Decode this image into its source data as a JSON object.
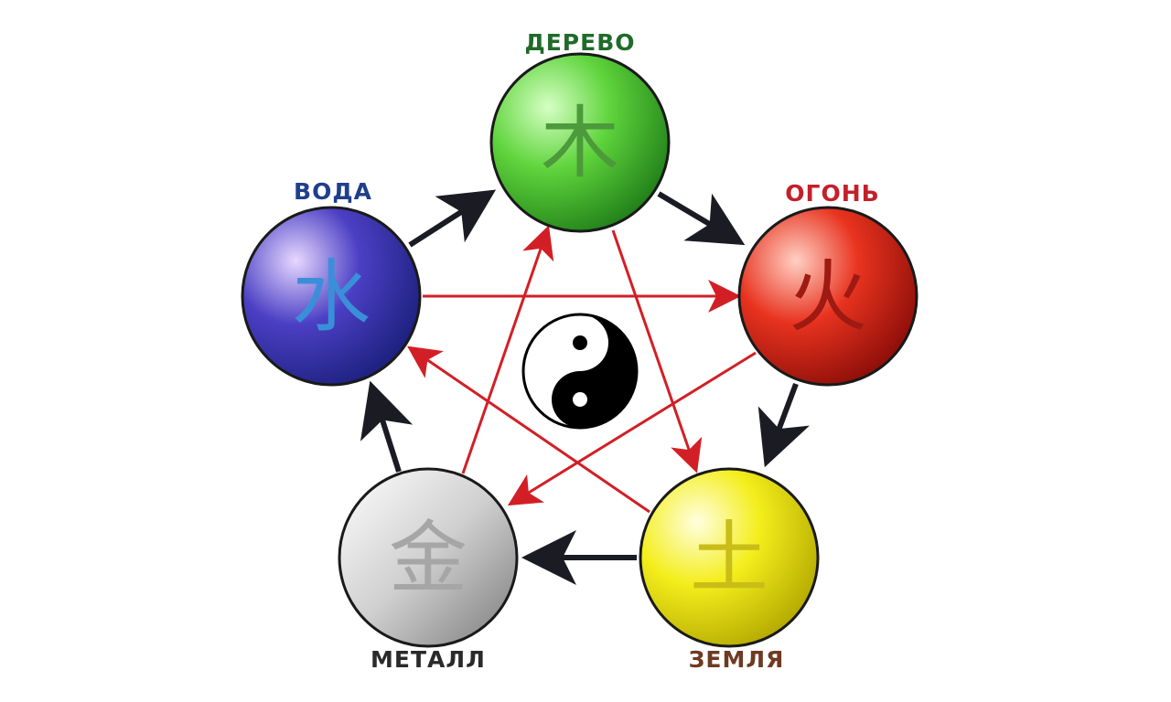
{
  "elements": {
    "wood": {
      "label": "ДЕРЕВО",
      "glyph": "木",
      "label_color": "#1f6b2a",
      "sphere_light": "#d6ffc4",
      "sphere_mid": "#5fd43c",
      "sphere_dark": "#1f7d18",
      "glyph_color": "#4c9a3c"
    },
    "fire": {
      "label": "ОГОНЬ",
      "glyph": "火",
      "label_color": "#c4202a",
      "sphere_light": "#ffd0c4",
      "sphere_mid": "#e8331f",
      "sphere_dark": "#8a0d08",
      "glyph_color": "#9e1a12"
    },
    "earth": {
      "label": "ЗЕМЛЯ",
      "glyph": "土",
      "label_color": "#6e3a22",
      "sphere_light": "#ffffe0",
      "sphere_mid": "#f4ee1c",
      "sphere_dark": "#b3a800",
      "glyph_color": "#c9bd18"
    },
    "metal": {
      "label": "МЕТАЛЛ",
      "glyph": "金",
      "label_color": "#2a2a2a",
      "sphere_light": "#ffffff",
      "sphere_mid": "#cfcfcf",
      "sphere_dark": "#7a7a7a",
      "glyph_color": "#a6a6a6"
    },
    "water": {
      "label": "ВОДА",
      "glyph": "水",
      "label_color": "#1e3f8c",
      "sphere_light": "#e6d8ff",
      "sphere_mid": "#4b3fc4",
      "sphere_dark": "#1a1f7a",
      "glyph_color": "#3a8fd9"
    }
  },
  "colors": {
    "generating_arrow": "#1b1b24",
    "controlling_arrow": "#d21f26",
    "yin": "#000000",
    "yang": "#ffffff"
  }
}
